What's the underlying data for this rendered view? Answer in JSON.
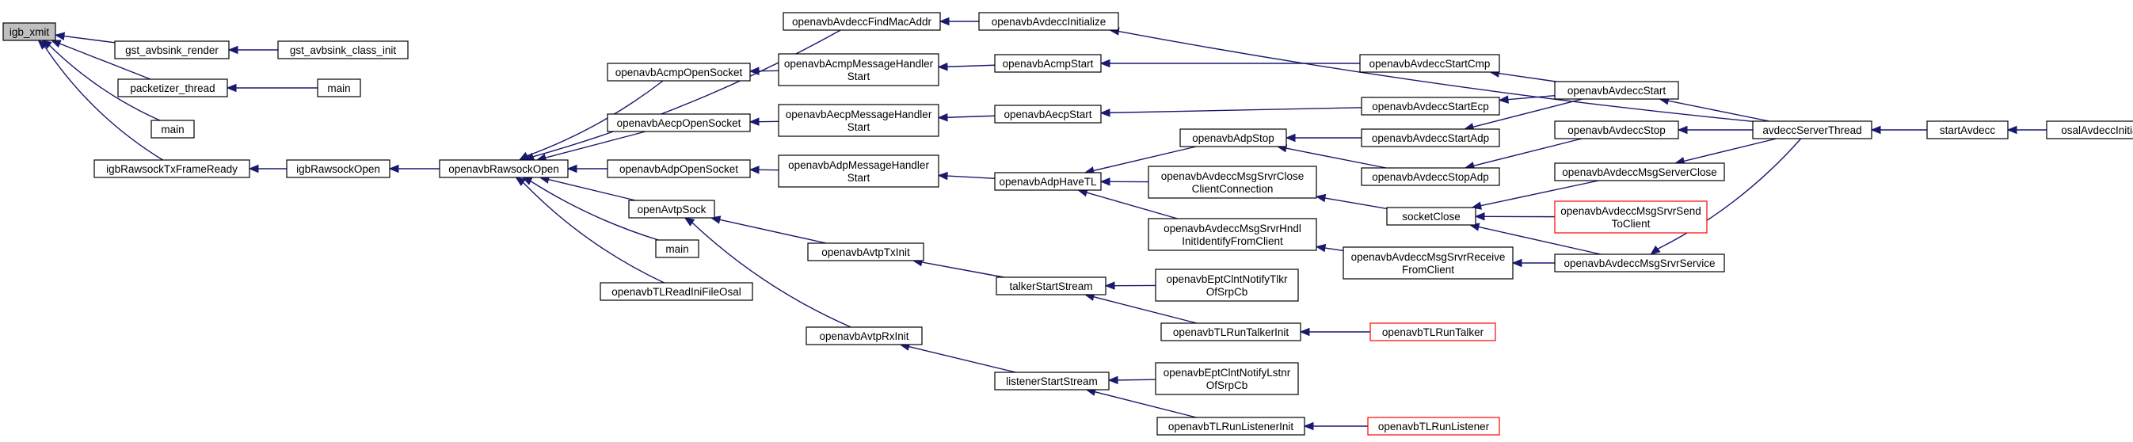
{
  "colors": {
    "edge": "#191970",
    "highlight_fill": "#bfbfbf",
    "truncated_border": "#ff0000",
    "border": "#000000"
  },
  "nodes": [
    {
      "id": "igb_xmit",
      "lines": [
        "igb_xmit"
      ],
      "style": "highlight"
    },
    {
      "id": "gst_avbsink_render",
      "lines": [
        "gst_avbsink_render"
      ]
    },
    {
      "id": "gst_avbsink_class_init",
      "lines": [
        "gst_avbsink_class_init"
      ]
    },
    {
      "id": "packetizer_thread",
      "lines": [
        "packetizer_thread"
      ]
    },
    {
      "id": "main_1",
      "lines": [
        "main"
      ]
    },
    {
      "id": "main_2",
      "lines": [
        "main"
      ]
    },
    {
      "id": "igbRawsockTxFrameReady",
      "lines": [
        "igbRawsockTxFrameReady"
      ]
    },
    {
      "id": "igbRawsockOpen",
      "lines": [
        "igbRawsockOpen"
      ]
    },
    {
      "id": "openavbRawsockOpen",
      "lines": [
        "openavbRawsockOpen"
      ]
    },
    {
      "id": "openavbAvdeccFindMacAddr",
      "lines": [
        "openavbAvdeccFindMacAddr"
      ]
    },
    {
      "id": "openavbAvdeccInitialize",
      "lines": [
        "openavbAvdeccInitialize"
      ]
    },
    {
      "id": "openavbAcmpOpenSocket",
      "lines": [
        "openavbAcmpOpenSocket"
      ]
    },
    {
      "id": "openavbAcmpMessageHandlerStart",
      "lines": [
        "openavbAcmpMessageHandler",
        "Start"
      ]
    },
    {
      "id": "openavbAcmpStart",
      "lines": [
        "openavbAcmpStart"
      ]
    },
    {
      "id": "openavbAvdeccStartCmp",
      "lines": [
        "openavbAvdeccStartCmp"
      ]
    },
    {
      "id": "openavbAecpOpenSocket",
      "lines": [
        "openavbAecpOpenSocket"
      ]
    },
    {
      "id": "openavbAecpMessageHandlerStart",
      "lines": [
        "openavbAecpMessageHandler",
        "Start"
      ]
    },
    {
      "id": "openavbAecpStart",
      "lines": [
        "openavbAecpStart"
      ]
    },
    {
      "id": "openavbAvdeccStartEcp",
      "lines": [
        "openavbAvdeccStartEcp"
      ]
    },
    {
      "id": "openavbAvdeccStart",
      "lines": [
        "openavbAvdeccStart"
      ]
    },
    {
      "id": "avdeccServerThread",
      "lines": [
        "avdeccServerThread"
      ]
    },
    {
      "id": "startAvdecc",
      "lines": [
        "startAvdecc"
      ]
    },
    {
      "id": "osalAvdeccInitialize",
      "lines": [
        "osalAvdeccInitialize"
      ]
    },
    {
      "id": "openavbAdpOpenSocket",
      "lines": [
        "openavbAdpOpenSocket"
      ]
    },
    {
      "id": "openavbAdpMessageHandlerStart",
      "lines": [
        "openavbAdpMessageHandler",
        "Start"
      ]
    },
    {
      "id": "openavbAdpHaveTL",
      "lines": [
        "openavbAdpHaveTL"
      ]
    },
    {
      "id": "openavbAdpStop",
      "lines": [
        "openavbAdpStop"
      ]
    },
    {
      "id": "openavbAvdeccStartAdp",
      "lines": [
        "openavbAvdeccStartAdp"
      ]
    },
    {
      "id": "openavbAvdeccStopAdp",
      "lines": [
        "openavbAvdeccStopAdp"
      ]
    },
    {
      "id": "openavbAvdeccStop",
      "lines": [
        "openavbAvdeccStop"
      ]
    },
    {
      "id": "openavbAvdeccMsgSrvrCloseClientConnection",
      "lines": [
        "openavbAvdeccMsgSrvrClose",
        "ClientConnection"
      ]
    },
    {
      "id": "socketClose",
      "lines": [
        "socketClose"
      ]
    },
    {
      "id": "openavbAvdeccMsgServerClose",
      "lines": [
        "openavbAvdeccMsgServerClose"
      ]
    },
    {
      "id": "openavbAvdeccMsgSrvrSendToClient",
      "lines": [
        "openavbAvdeccMsgSrvrSend",
        "ToClient"
      ],
      "style": "truncated"
    },
    {
      "id": "openavbAvdeccMsgSrvrHndlInitIdentifyFromClient",
      "lines": [
        "openavbAvdeccMsgSrvrHndl",
        "InitIdentifyFromClient"
      ]
    },
    {
      "id": "openavbAvdeccMsgSrvrReceiveFromClient",
      "lines": [
        "openavbAvdeccMsgSrvrReceive",
        "FromClient"
      ]
    },
    {
      "id": "openavbAvdeccMsgSrvrService",
      "lines": [
        "openavbAvdeccMsgSrvrService"
      ]
    },
    {
      "id": "openAvtpSock",
      "lines": [
        "openAvtpSock"
      ]
    },
    {
      "id": "main_3",
      "lines": [
        "main"
      ]
    },
    {
      "id": "openavbTLReadIniFileOsal",
      "lines": [
        "openavbTLReadIniFileOsal"
      ]
    },
    {
      "id": "openavbAvtpTxInit",
      "lines": [
        "openavbAvtpTxInit"
      ]
    },
    {
      "id": "talkerStartStream",
      "lines": [
        "talkerStartStream"
      ]
    },
    {
      "id": "openavbEptClntNotifyTlkrOfSrpCb",
      "lines": [
        "openavbEptClntNotifyTlkr",
        "OfSrpCb"
      ]
    },
    {
      "id": "openavbTLRunTalkerInit",
      "lines": [
        "openavbTLRunTalkerInit"
      ]
    },
    {
      "id": "openavbTLRunTalker",
      "lines": [
        "openavbTLRunTalker"
      ],
      "style": "truncated"
    },
    {
      "id": "openavbAvtpRxInit",
      "lines": [
        "openavbAvtpRxInit"
      ]
    },
    {
      "id": "listenerStartStream",
      "lines": [
        "listenerStartStream"
      ]
    },
    {
      "id": "openavbEptClntNotifyLstnrOfSrpCb",
      "lines": [
        "openavbEptClntNotifyLstnr",
        "OfSrpCb"
      ]
    },
    {
      "id": "openavbTLRunListenerInit",
      "lines": [
        "openavbTLRunListenerInit"
      ]
    },
    {
      "id": "openavbTLRunListener",
      "lines": [
        "openavbTLRunListener"
      ],
      "style": "truncated"
    }
  ],
  "edges": [
    [
      "gst_avbsink_render",
      "igb_xmit"
    ],
    [
      "packetizer_thread",
      "igb_xmit"
    ],
    [
      "main_2",
      "igb_xmit"
    ],
    [
      "igbRawsockTxFrameReady",
      "igb_xmit"
    ],
    [
      "gst_avbsink_class_init",
      "gst_avbsink_render"
    ],
    [
      "main_1",
      "packetizer_thread"
    ],
    [
      "igbRawsockOpen",
      "igbRawsockTxFrameReady"
    ],
    [
      "openavbRawsockOpen",
      "igbRawsockOpen"
    ],
    [
      "openavbAvdeccFindMacAddr",
      "openavbRawsockOpen"
    ],
    [
      "openavbAcmpOpenSocket",
      "openavbRawsockOpen"
    ],
    [
      "openavbAecpOpenSocket",
      "openavbRawsockOpen"
    ],
    [
      "openavbAdpOpenSocket",
      "openavbRawsockOpen"
    ],
    [
      "openAvtpSock",
      "openavbRawsockOpen"
    ],
    [
      "main_3",
      "openavbRawsockOpen"
    ],
    [
      "openavbTLReadIniFileOsal",
      "openavbRawsockOpen"
    ],
    [
      "openavbAvdeccInitialize",
      "openavbAvdeccFindMacAddr"
    ],
    [
      "avdeccServerThread",
      "openavbAvdeccInitialize"
    ],
    [
      "openavbAcmpMessageHandlerStart",
      "openavbAcmpOpenSocket"
    ],
    [
      "openavbAcmpStart",
      "openavbAcmpMessageHandlerStart"
    ],
    [
      "openavbAvdeccStartCmp",
      "openavbAcmpStart"
    ],
    [
      "openavbAvdeccStart",
      "openavbAvdeccStartCmp"
    ],
    [
      "openavbAecpMessageHandlerStart",
      "openavbAecpOpenSocket"
    ],
    [
      "openavbAecpStart",
      "openavbAecpMessageHandlerStart"
    ],
    [
      "openavbAvdeccStartEcp",
      "openavbAecpStart"
    ],
    [
      "openavbAvdeccStart",
      "openavbAvdeccStartEcp"
    ],
    [
      "avdeccServerThread",
      "openavbAvdeccStart"
    ],
    [
      "startAvdecc",
      "avdeccServerThread"
    ],
    [
      "osalAvdeccInitialize",
      "startAvdecc"
    ],
    [
      "openavbAdpMessageHandlerStart",
      "openavbAdpOpenSocket"
    ],
    [
      "openavbAdpHaveTL",
      "openavbAdpMessageHandlerStart"
    ],
    [
      "openavbAdpStop",
      "openavbAdpHaveTL"
    ],
    [
      "openavbAvdeccMsgSrvrCloseClientConnection",
      "openavbAdpHaveTL"
    ],
    [
      "openavbAvdeccMsgSrvrHndlInitIdentifyFromClient",
      "openavbAdpHaveTL"
    ],
    [
      "openavbAvdeccStartAdp",
      "openavbAdpStop"
    ],
    [
      "openavbAvdeccStopAdp",
      "openavbAdpStop"
    ],
    [
      "openavbAvdeccStart",
      "openavbAvdeccStartAdp"
    ],
    [
      "openavbAvdeccStop",
      "openavbAvdeccStopAdp"
    ],
    [
      "avdeccServerThread",
      "openavbAvdeccStop"
    ],
    [
      "socketClose",
      "openavbAvdeccMsgSrvrCloseClientConnection"
    ],
    [
      "openavbAvdeccMsgServerClose",
      "socketClose"
    ],
    [
      "openavbAvdeccMsgSrvrSendToClient",
      "socketClose"
    ],
    [
      "openavbAvdeccMsgSrvrService",
      "socketClose"
    ],
    [
      "avdeccServerThread",
      "openavbAvdeccMsgServerClose"
    ],
    [
      "openavbAvdeccMsgSrvrReceiveFromClient",
      "openavbAvdeccMsgSrvrHndlInitIdentifyFromClient"
    ],
    [
      "openavbAvdeccMsgSrvrService",
      "openavbAvdeccMsgSrvrReceiveFromClient"
    ],
    [
      "avdeccServerThread",
      "openavbAvdeccMsgSrvrService"
    ],
    [
      "openavbAvtpTxInit",
      "openAvtpSock"
    ],
    [
      "openavbAvtpRxInit",
      "openAvtpSock"
    ],
    [
      "talkerStartStream",
      "openavbAvtpTxInit"
    ],
    [
      "openavbEptClntNotifyTlkrOfSrpCb",
      "talkerStartStream"
    ],
    [
      "openavbTLRunTalkerInit",
      "talkerStartStream"
    ],
    [
      "openavbTLRunTalker",
      "openavbTLRunTalkerInit"
    ],
    [
      "listenerStartStream",
      "openavbAvtpRxInit"
    ],
    [
      "openavbEptClntNotifyLstnrOfSrpCb",
      "listenerStartStream"
    ],
    [
      "openavbTLRunListenerInit",
      "listenerStartStream"
    ],
    [
      "openavbTLRunListener",
      "openavbTLRunListenerInit"
    ]
  ]
}
